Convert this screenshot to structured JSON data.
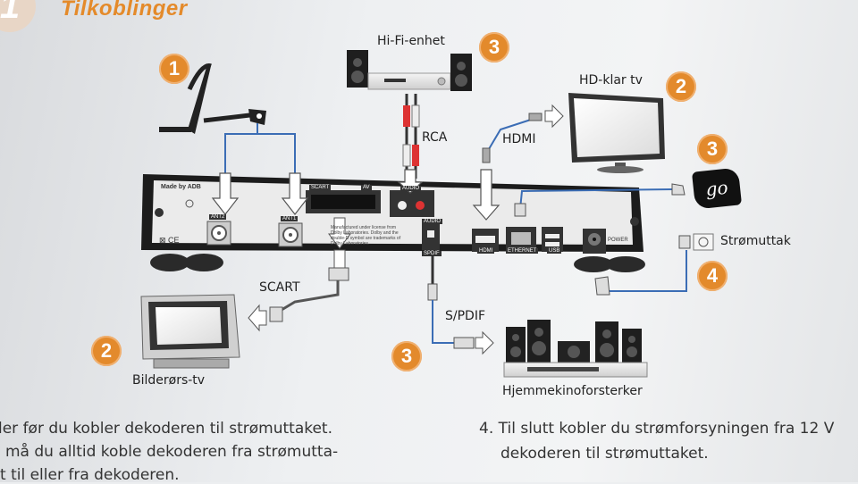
{
  "section": {
    "badge": "1",
    "title": "Tilkoblinger"
  },
  "steps": {
    "antenna": "1",
    "hifi": "3",
    "hd_tv": "2",
    "go": "3",
    "crt_tv": "2",
    "spdif": "3",
    "power": "4"
  },
  "labels": {
    "hifi": "Hi-Fi-enhet",
    "hd_tv": "HD-klar tv",
    "rca": "RCA",
    "hdmi": "HDMI",
    "scart": "SCART",
    "spdif": "S/PDIF",
    "crt_tv": "Bilderørs-tv",
    "home_cinema": "Hjemmekinoforsterker",
    "power_outlet": "Strømuttak",
    "go_logo": "go"
  },
  "decoder": {
    "made_by": "Made by ADB",
    "ant2": "ANT2",
    "ant1": "ANT1",
    "scart": "SCART",
    "av": "AV",
    "audio": "AUDIO",
    "audio2": "AUDIO",
    "spdif": "SPDIF",
    "hdmi": "HDMI",
    "ethernet": "ETHERNET",
    "usb": "USB",
    "power": "POWER",
    "license_line1": "Manufactured under license from",
    "license_line2": "Dolby Laboratories. Dolby and the",
    "license_line3": "double-D symbol are trademarks of",
    "license_line4": "Dolby Laboratories."
  },
  "text": {
    "left_line1": "ler før du kobler dekoderen til strømuttaket.",
    "left_line2": "må du alltid koble dekoderen fra strømutta-",
    "left_line3": "t til eller fra dekoderen.",
    "right_line1": "4. Til slutt kobler du strømforsyningen fra 12 V",
    "right_line2": "dekoderen til strømuttaket."
  },
  "colors": {
    "accent_orange": "#e38a2c",
    "cable_blue": "#3b6db5"
  }
}
